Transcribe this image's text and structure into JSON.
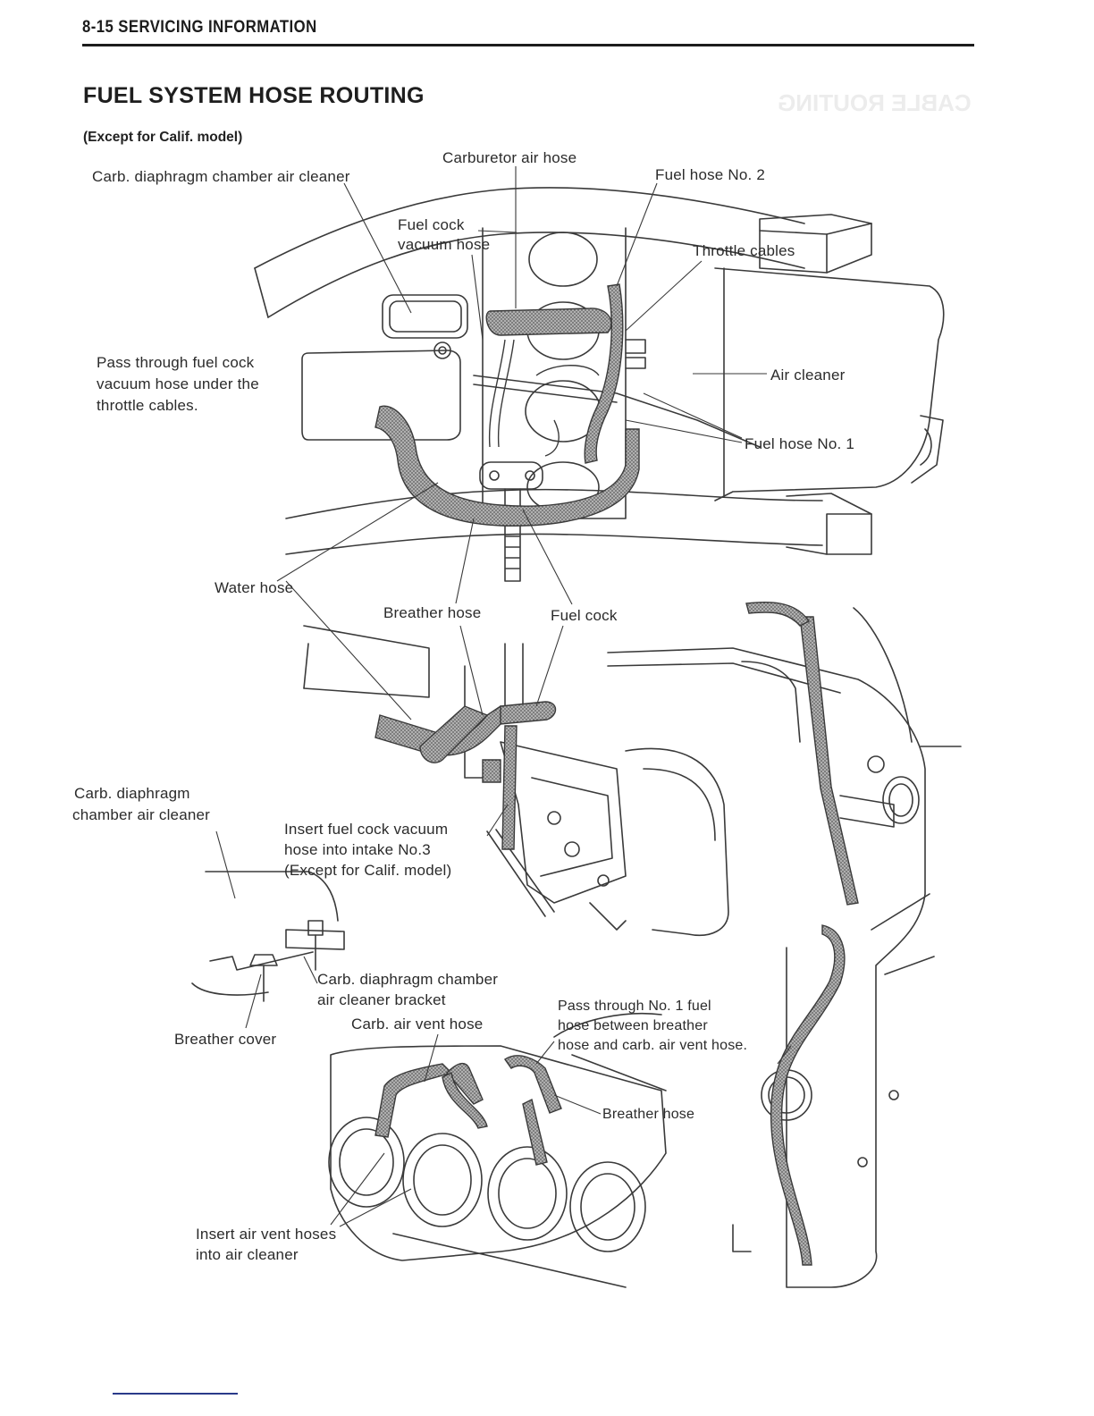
{
  "header": {
    "section": "8-15 SERVICING INFORMATION"
  },
  "title": "FUEL SYSTEM HOSE ROUTING",
  "subtitle": "(Except for Calif. model)",
  "labels": {
    "carburetor_air_hose": "Carburetor air hose",
    "carb_diaphragm_air_cleaner_top": "Carb. diaphragm chamber air cleaner",
    "fuel_hose_no2": "Fuel hose No. 2",
    "fuel_cock_vacuum_hose_1": "Fuel cock",
    "fuel_cock_vacuum_hose_2": "vacuum hose",
    "throttle_cables": "Throttle cables",
    "pass_through_1": "Pass through fuel cock",
    "pass_through_2": "vacuum hose under the",
    "pass_through_3": "throttle cables.",
    "air_cleaner": "Air cleaner",
    "fuel_hose_no1": "Fuel hose No. 1",
    "water_hose": "Water hose",
    "breather_hose_top": "Breather hose",
    "fuel_cock": "Fuel cock",
    "carb_diaphragm_lower_1": "Carb. diaphragm",
    "carb_diaphragm_lower_2": "chamber air cleaner",
    "insert_vacuum_1": "Insert fuel cock vacuum",
    "insert_vacuum_2": "hose into intake No.3",
    "insert_vacuum_3": "(Except for Calif. model)",
    "bracket_1": "Carb. diaphragm chamber",
    "bracket_2": "air cleaner bracket",
    "carb_air_vent_hose": "Carb. air vent hose",
    "pass_no1_1": "Pass through No. 1 fuel",
    "pass_no1_2": "hose between breather",
    "pass_no1_3": "hose and carb. air vent hose.",
    "breather_cover": "Breather cover",
    "breather_hose_bottom": "Breather hose",
    "insert_air_vent_1": "Insert air vent hoses",
    "insert_air_vent_2": "into air cleaner"
  },
  "colors": {
    "ink": "#2b2b2b",
    "hose_fill": "#9a9a9a",
    "footer_rule": "#2a3a8a"
  }
}
